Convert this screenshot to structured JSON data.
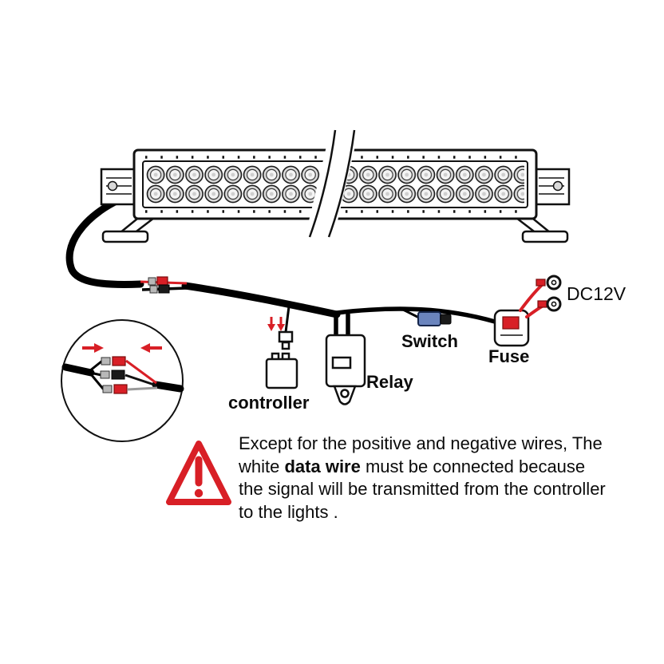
{
  "page": {
    "background": "#ffffff"
  },
  "diagram": {
    "labels": {
      "dc12v": "DC12V",
      "switch": "Switch",
      "fuse": "Fuse",
      "relay": "Relay",
      "controller": "controller"
    },
    "colors": {
      "wire_black": "#000000",
      "accent_red": "#d81f26",
      "switch_blue": "#6a84bd"
    },
    "icons": {
      "warning": "warning-triangle-icon",
      "magnifier": "connector-detail-inset",
      "break": "bar-break-icon",
      "plug_arrows": "plug-direction-arrows"
    }
  },
  "note": {
    "line1": "Except for the positive and negative wires, The",
    "line2_pre": "white ",
    "line2_bold": "data wire",
    "line2_post": " must be connected because",
    "line3": "the signal will be transmitted from the controller",
    "line4": "to the lights ."
  }
}
